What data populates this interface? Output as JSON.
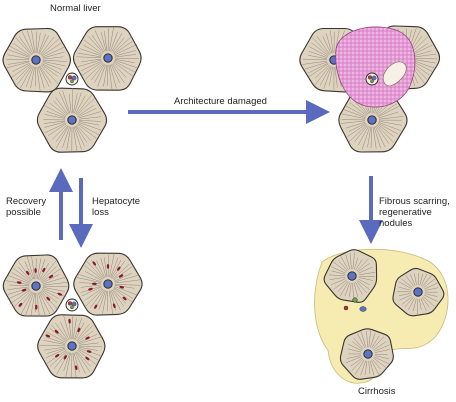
{
  "labels": {
    "normal": "Normal liver",
    "damaged": "Architecture damaged",
    "recovery": "Recovery\npossible",
    "loss": "Hepatocyte\nloss",
    "fibrous": "Fibrous scarring,\nregenerative nodules",
    "cirrhosis": "Cirrhosis"
  },
  "colors": {
    "lobule_fill": "#ddd3bf",
    "lobule_stroke": "#3a3530",
    "central_vein": "#5d73c7",
    "arrow": "#5a6bbd",
    "inflammation": "#e59ad6",
    "fibrosis": "#f6ecb2",
    "necrosis": "#8b1a2e"
  },
  "icons": [
    "portal-tract-icon",
    "central-vein-icon",
    "arrow-icon"
  ]
}
